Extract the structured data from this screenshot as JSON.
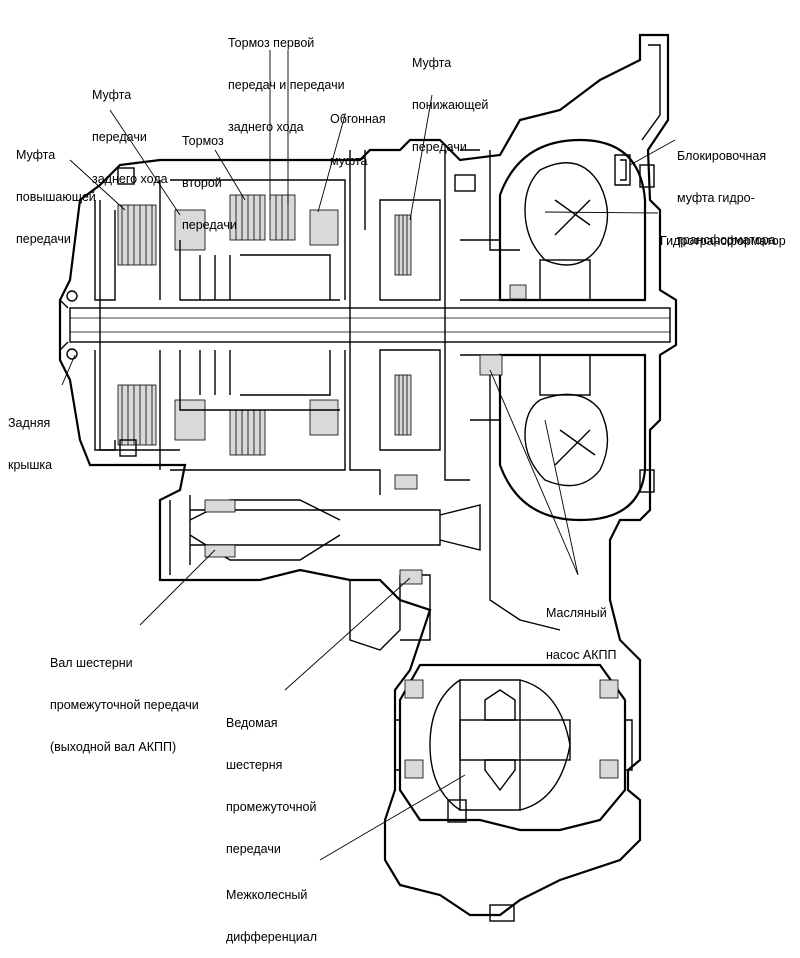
{
  "labels": {
    "reverse_brake": [
      "Тормоз первой",
      "передач и передачи",
      "заднего хода"
    ],
    "reverse_clutch": [
      "Муфта",
      "передачи",
      "заднего хода"
    ],
    "downshift_clutch": [
      "Муфта",
      "понижающей",
      "передачи"
    ],
    "second_brake": [
      "Тормоз",
      "второй",
      "передачи"
    ],
    "overrunning_clutch": [
      "Обгонная",
      "муфта"
    ],
    "upshift_clutch": [
      "Муфта",
      "повышающей",
      "передачи"
    ],
    "lockup_clutch": [
      "Блокировочная",
      "муфта гидро-",
      "трансформатора"
    ],
    "torque_converter": [
      "Гидротрансформатор"
    ],
    "rear_cover": [
      "Задняя",
      "крышка"
    ],
    "oil_pump": [
      "Масляный",
      "насос АКПП"
    ],
    "output_shaft": [
      "Вал шестерни",
      "промежуточной передачи",
      "(выходной вал АКПП)"
    ],
    "driven_gear": [
      "Ведомая",
      "шестерня",
      "промежуточной",
      "передачи"
    ],
    "differential": [
      "Межколесный",
      "дифференциал"
    ]
  }
}
